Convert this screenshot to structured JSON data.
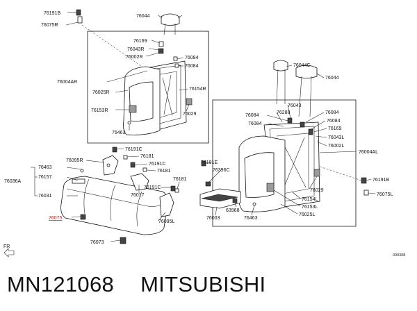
{
  "diagram": {
    "labels": {
      "p76191B_a": "76191B",
      "p76075R": "76075R",
      "p76044_a": "76044",
      "p76169_a": "76169",
      "p76043R": "76043R",
      "p76002R": "76002R",
      "p76084_a": "76084",
      "p76084_b": "76084",
      "p76004AR": "76004AR",
      "p76025R": "76025R",
      "p76154R": "76154R",
      "p76153R": "76153R",
      "p76029_a": "76029",
      "p76463_a": "76463",
      "p76044C": "76044C",
      "p76044_b": "76044",
      "p76043": "76043",
      "p76084_c": "76084",
      "p76288": "76288",
      "p76084_d": "76084",
      "p76084_e": "76084",
      "p76084_f": "76084",
      "p76169_b": "76169",
      "p76043L": "76043L",
      "p76002L": "76002L",
      "p76004AL": "76004AL",
      "p76191C_a": "76191C",
      "p76095R": "76095R",
      "p76181_a": "76181",
      "p76191C_b": "76191C",
      "p76463_b": "76463",
      "p76181_b": "76181",
      "p76157": "76157",
      "p76036A": "76036A",
      "p76017": "76017",
      "p76031": "76031",
      "p76191C_c": "76191C",
      "p76181_c": "76181",
      "p76095L": "76095L",
      "p76073": "76073",
      "p76075": "76075",
      "p76191E": "76191E",
      "p76396C": "76396C",
      "p76029_b": "76029",
      "p76154L": "76154L",
      "p63968": "63968",
      "p76153L": "76153L",
      "p76003": "76003",
      "p76463_c": "76463",
      "p76025L": "76025L",
      "p76191B_b": "76191B",
      "p76075L": "76075L",
      "fr": "FR",
      "code": "000308"
    }
  },
  "caption": {
    "part_number": "MN121068",
    "brand": "MITSUBISHI"
  },
  "colors": {
    "highlight": "#d01818",
    "ink": "#111111"
  }
}
